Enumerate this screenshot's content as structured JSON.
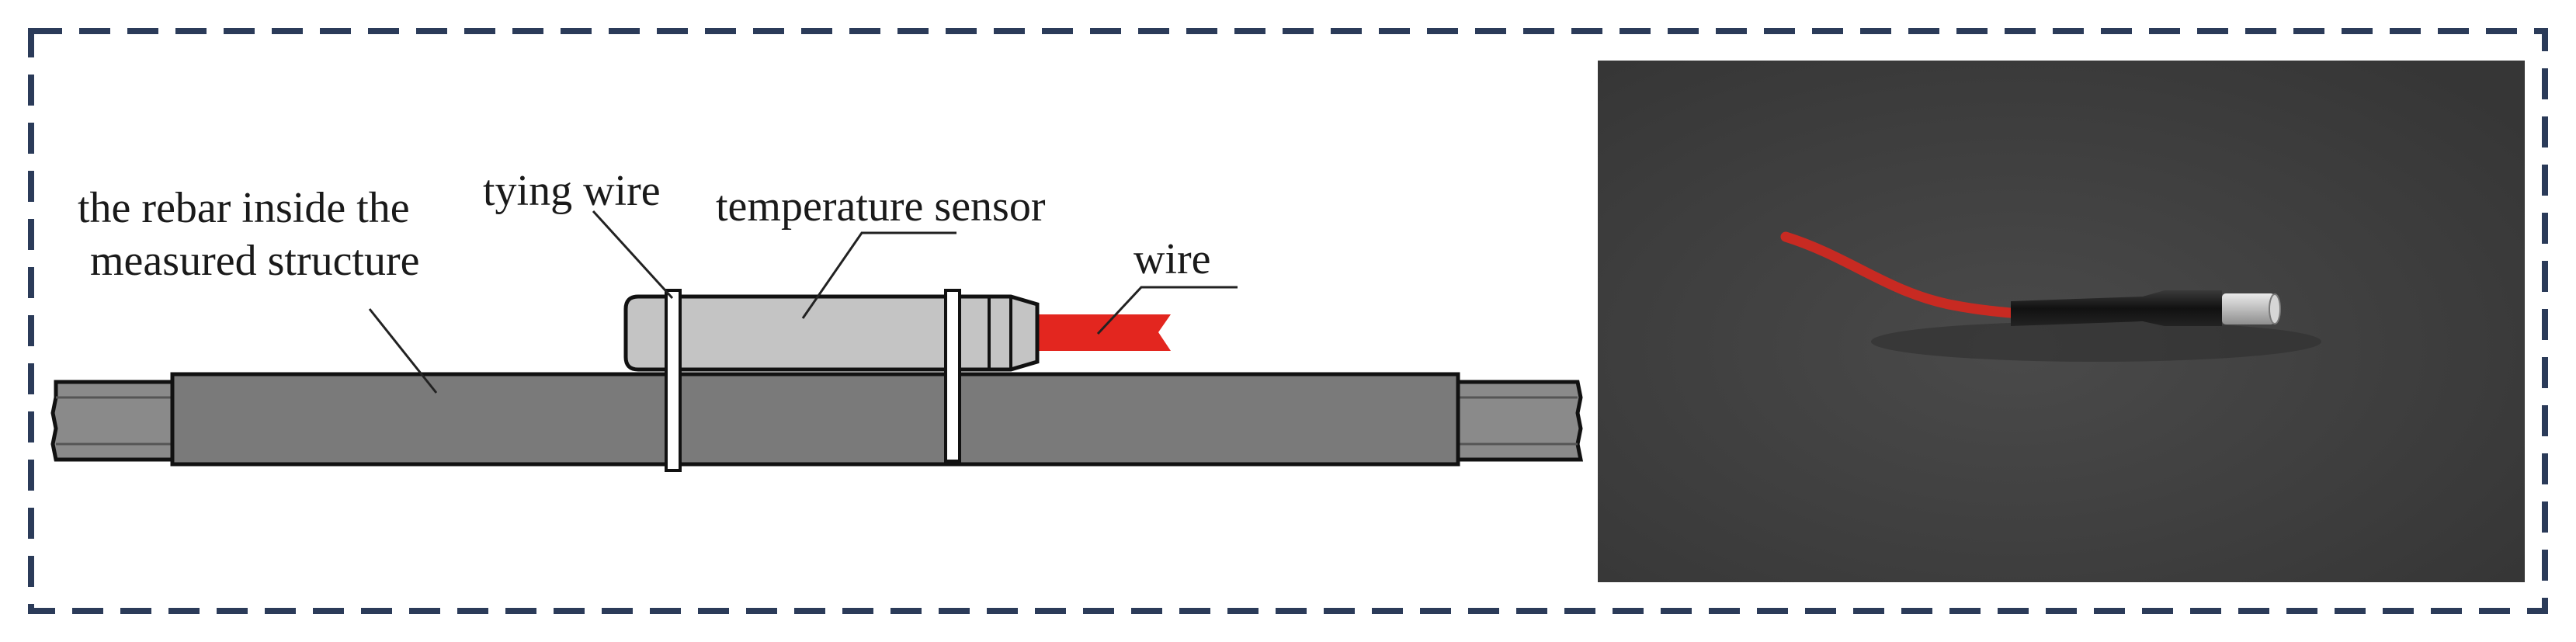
{
  "diagram": {
    "labels": {
      "rebar_line1": "the rebar inside the",
      "rebar_line2": "measured structure",
      "tying_wire": "tying wire",
      "temperature_sensor": "temperature sensor",
      "wire": "wire"
    }
  },
  "colors": {
    "frame_dash": "#2b3b59",
    "rebar": "#7a7a7a",
    "rebar_ends": "#8a8a8a",
    "sensor_body": "#c4c4c4",
    "tying_wire": "#ffffff",
    "wire_red": "#e3261f",
    "photo_background": "#3f3f3f"
  }
}
